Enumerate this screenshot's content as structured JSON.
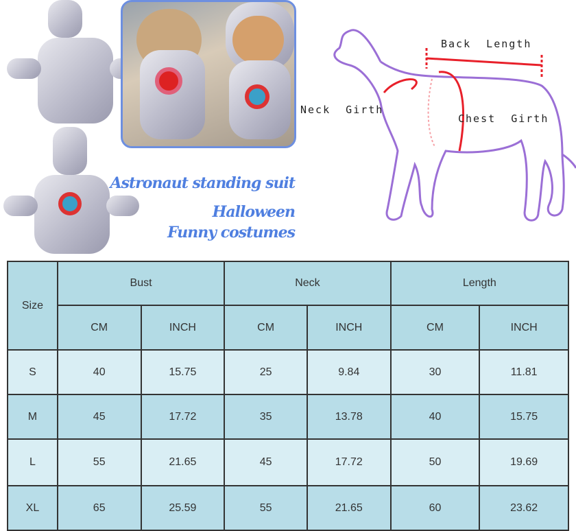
{
  "product": {
    "slogan": [
      "Astronaut standing suit",
      "Halloween",
      "Funny costumes"
    ]
  },
  "diagram": {
    "labels": {
      "back_length": "Back  Length",
      "neck_girth": "Neck  Girth",
      "chest_girth": "Chest  Girth"
    },
    "outline_color": "#9b6fd6",
    "arrow_color": "#e8202a"
  },
  "table": {
    "size_header": "Size",
    "groups": [
      "Bust",
      "Neck",
      "Length"
    ],
    "units": [
      "CM",
      "INCH",
      "CM",
      "INCH",
      "CM",
      "INCH"
    ],
    "rows": [
      {
        "size": "S",
        "values": [
          "40",
          "15.75",
          "25",
          "9.84",
          "30",
          "11.81"
        ]
      },
      {
        "size": "M",
        "values": [
          "45",
          "17.72",
          "35",
          "13.78",
          "40",
          "15.75"
        ]
      },
      {
        "size": "L",
        "values": [
          "55",
          "21.65",
          "45",
          "17.72",
          "50",
          "19.69"
        ]
      },
      {
        "size": "XL",
        "values": [
          "65",
          "25.59",
          "55",
          "21.65",
          "60",
          "23.62"
        ]
      }
    ]
  }
}
